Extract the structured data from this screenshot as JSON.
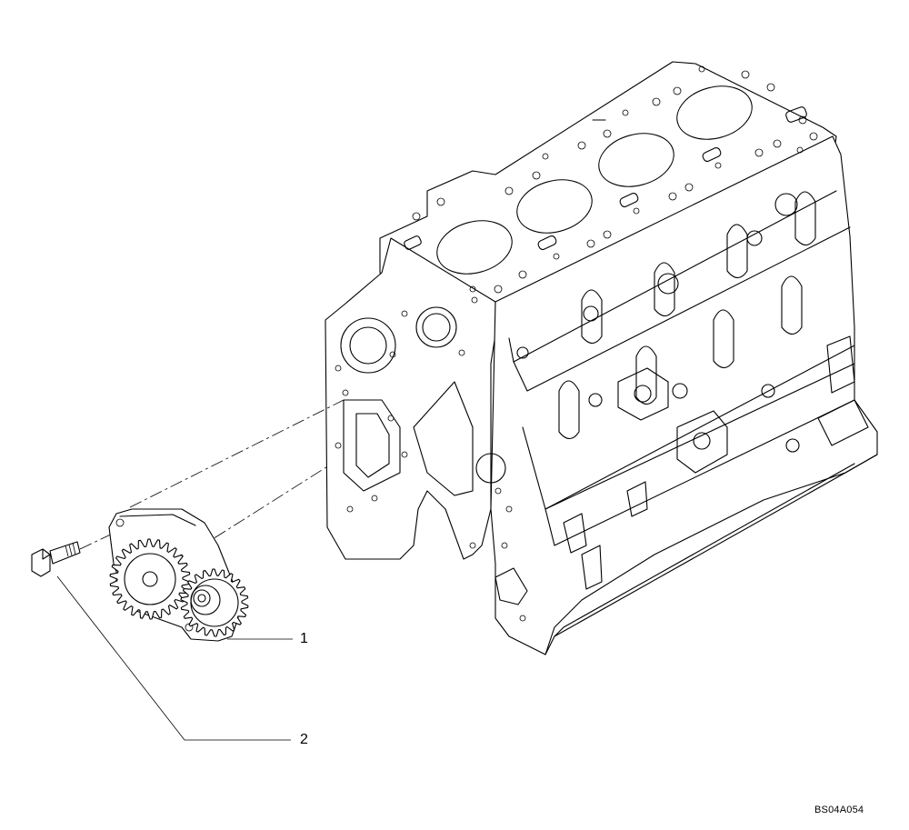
{
  "diagram": {
    "callouts": [
      {
        "id": "1",
        "label": "1"
      },
      {
        "id": "2",
        "label": "2"
      }
    ],
    "drawing_code": "BS04A054"
  },
  "colors": {
    "line": "#000000",
    "background": "#ffffff"
  }
}
